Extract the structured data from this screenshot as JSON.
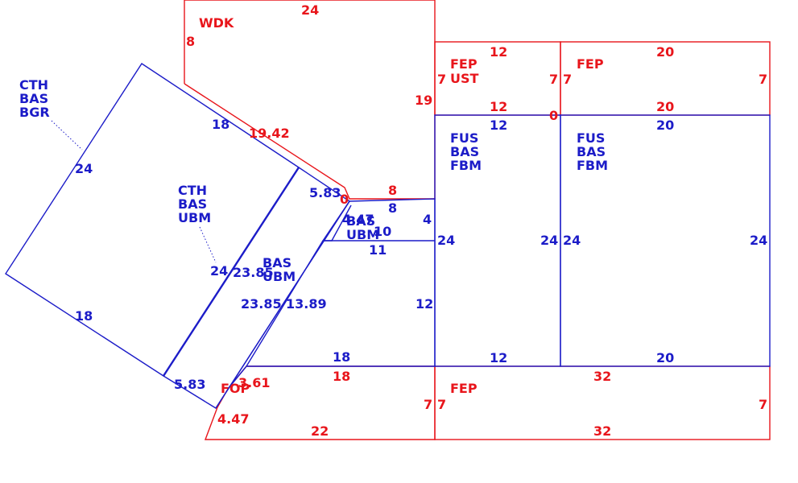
{
  "colors": {
    "red": "#e8151b",
    "blue": "#1c1cc8"
  },
  "areas": {
    "wdk": {
      "code": "WDK"
    },
    "fep_ust": {
      "line1": "FEP",
      "line2": "UST"
    },
    "fep_top_right": {
      "code": "FEP"
    },
    "fus_left": {
      "line1": "FUS",
      "line2": "BAS",
      "line3": "FBM"
    },
    "fus_right": {
      "line1": "FUS",
      "line2": "BAS",
      "line3": "FBM"
    },
    "cth_bgr": {
      "line1": "CTH",
      "line2": "BAS",
      "line3": "BGR"
    },
    "cth_ubm": {
      "line1": "CTH",
      "line2": "BAS",
      "line3": "UBM"
    },
    "bas_ubm_mid": {
      "line1": "BAS",
      "line2": "UBM"
    },
    "bas_ubm_small": {
      "line1": "BAS",
      "line2": "UBM"
    },
    "fop": {
      "code": "FOP"
    },
    "fep_bottom": {
      "code": "FEP"
    }
  },
  "dimensions": {
    "wdk_top": "24",
    "wdk_left": "8",
    "wdk_right": "19",
    "wdk_diag": "19.42",
    "fep_ust_top": "12",
    "fep_ust_bottom": "12",
    "fep_ust_left": "7",
    "fep_ust_right": "7",
    "fep_right_top": "20",
    "fep_right_bottom": "20",
    "fep_right_left": "7",
    "fep_right_right": "7",
    "zero_top": "0",
    "zero_mid": "0",
    "fus_left_top": "12",
    "fus_left_left": "24",
    "fus_left_right": "24",
    "fus_left_bottom": "12",
    "fus_right_top": "20",
    "fus_right_left": "24",
    "fus_right_right": "24",
    "fus_right_bottom": "20",
    "bgr_top": "18",
    "bgr_left": "24",
    "bgr_bottom": "18",
    "ubm_left": "24",
    "ubm_right": "23.85",
    "ubm_bottom": "5.83",
    "ubm_top": "5.83",
    "bas_left": "23.85",
    "bas_right": "13.89",
    "bas_bottom": "18",
    "bas_right_side": "12",
    "red_8": "8",
    "blue_8": "8",
    "blue_4": "4",
    "blue_447": "4.47",
    "blue_10": "10",
    "blue_11": "11",
    "fop_361": "3.61",
    "fop_447": "4.47",
    "fop_top": "18",
    "fop_bottom": "22",
    "fop_right": "7",
    "fep_bottom_top": "32",
    "fep_bottom_bottom": "32",
    "fep_bottom_left": "7",
    "fep_bottom_right": "7"
  }
}
